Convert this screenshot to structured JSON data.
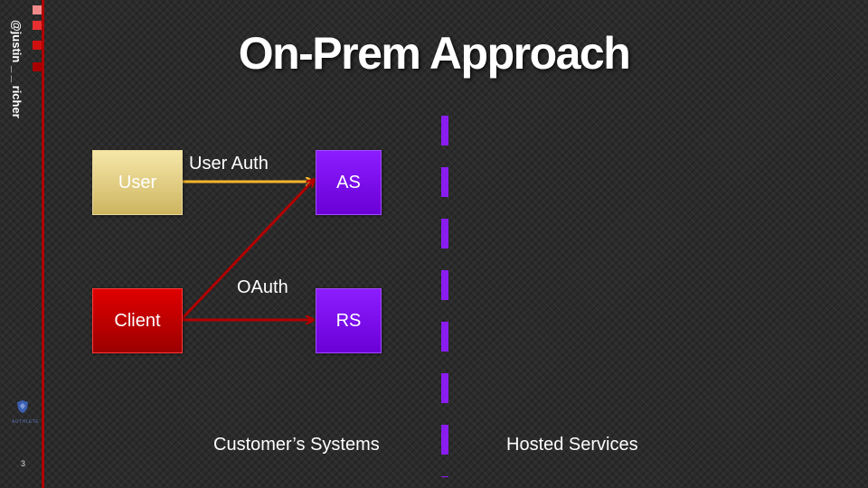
{
  "slide": {
    "title": "On-Prem Approach",
    "author_handle": "@justin _ _ richer",
    "page_number": "3",
    "logo_text": "AUTHLETE"
  },
  "diagram": {
    "nodes": {
      "user": "User",
      "client": "Client",
      "as": "AS",
      "rs": "RS"
    },
    "edge_labels": {
      "user_auth": "User Auth",
      "oauth": "OAuth"
    },
    "zones": {
      "left": "Customer’s Systems",
      "right": "Hosted Services"
    }
  },
  "colors": {
    "user_arrow": "#f5b52a",
    "client_arrow": "#b30000",
    "divider": "#8a1cf0",
    "sidebar": "#b00000",
    "deco": [
      "#f08a8a",
      "#e83030",
      "#d01010",
      "#a80000"
    ]
  }
}
